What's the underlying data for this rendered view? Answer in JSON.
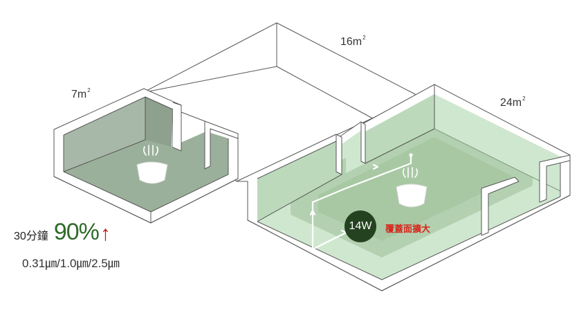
{
  "rooms": [
    {
      "area_value": "7m",
      "area_unit": "2"
    },
    {
      "area_value": "16m",
      "area_unit": "2"
    },
    {
      "area_value": "24m",
      "area_unit": "2"
    }
  ],
  "stat": {
    "duration": "30分鐘",
    "value": "90%",
    "arrow": "↑",
    "particles": "0.31㎛/1.0㎛/2.5㎛"
  },
  "badge": {
    "power": "14W"
  },
  "coverage_text": "覆蓋面擴大",
  "colors": {
    "small_room_tint": "#97aa97",
    "large_room_tint": "#cfe7cf",
    "large_room_core": "#a8c8a4",
    "badge": "#24421f",
    "stat_value": "#2f6b2c",
    "accent_red": "#d7261d",
    "wall_line": "#555555"
  },
  "icons": [
    "air-purifier-icon",
    "airflow-icon",
    "airflow-path-icon"
  ]
}
